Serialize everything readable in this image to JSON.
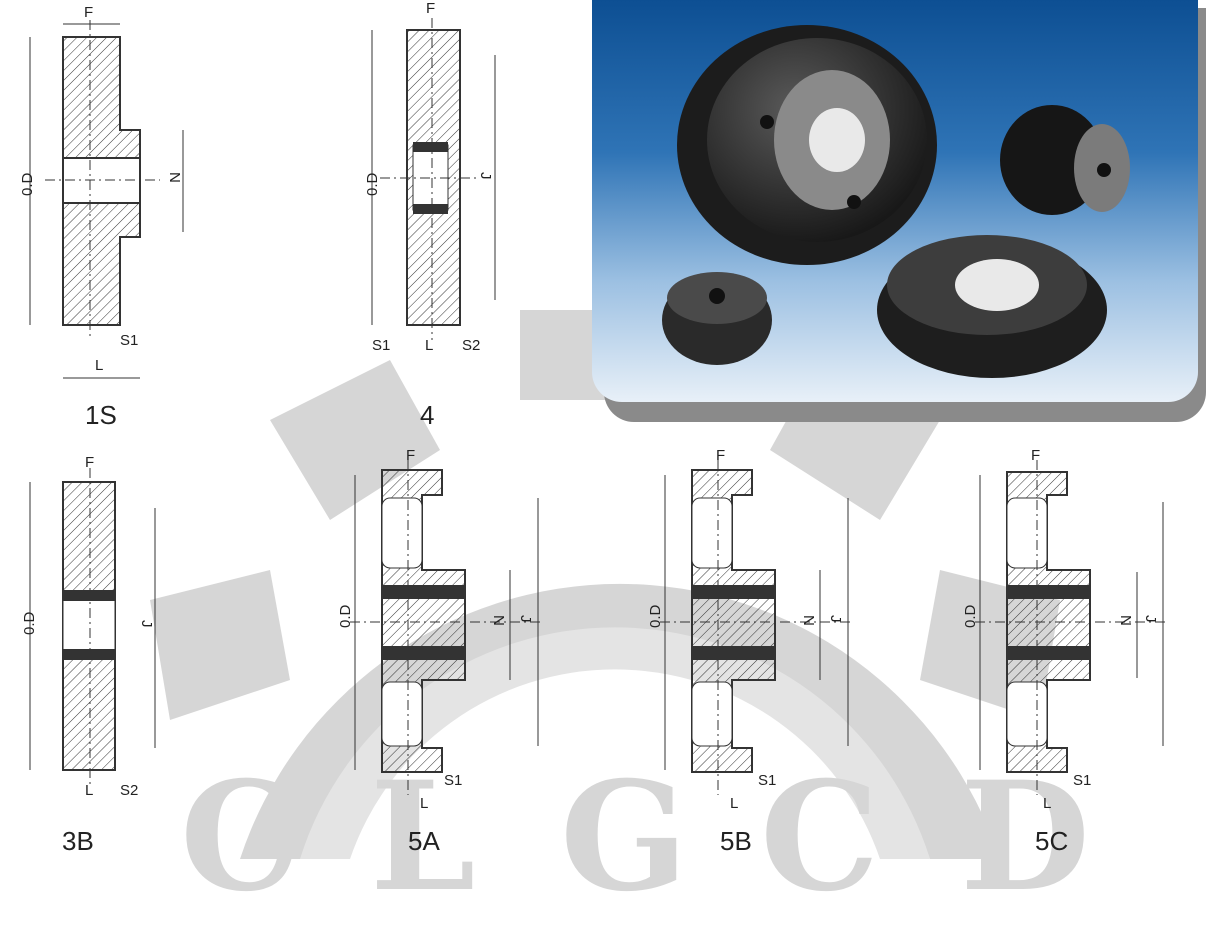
{
  "watermark": {
    "letters": [
      "C",
      "L",
      "G",
      "C",
      "D"
    ],
    "color": "#d6d6d6"
  },
  "photo": {
    "description_icon": "pulley-photo",
    "bg_top": "#0d4f93",
    "bg_bottom": "#e8f0f8"
  },
  "diagrams": [
    {
      "caption": "1S",
      "labels": {
        "f": "F",
        "od": "0.D",
        "n": "N",
        "s1": "S1",
        "l": "L"
      }
    },
    {
      "caption": "4",
      "labels": {
        "f": "F",
        "od": "0.D",
        "j": "J",
        "s1": "S1",
        "l": "L",
        "s2": "S2"
      }
    },
    {
      "caption": "3B",
      "labels": {
        "f": "F",
        "od": "0.D",
        "j": "J",
        "l": "L",
        "s2": "S2"
      }
    },
    {
      "caption": "5A",
      "labels": {
        "f": "F",
        "od": "0.D",
        "n": "N",
        "j": "J",
        "s1": "S1",
        "l": "L"
      }
    },
    {
      "caption": "5B",
      "labels": {
        "f": "F",
        "od": "0.D",
        "n": "N",
        "j": "J",
        "s1": "S1",
        "l": "L"
      }
    },
    {
      "caption": "5C",
      "labels": {
        "f": "F",
        "od": "0.D",
        "n": "N",
        "j": "J",
        "s1": "S1",
        "l": "L"
      }
    }
  ]
}
